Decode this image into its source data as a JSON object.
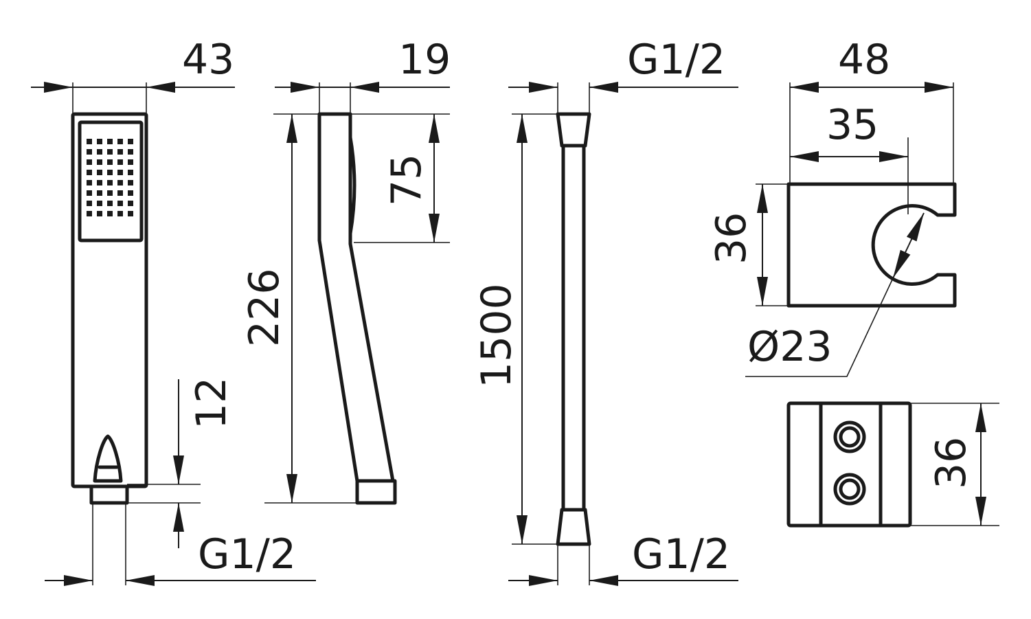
{
  "drawing": {
    "hand_shower": {
      "width_label": "43",
      "nozzle_label": "12",
      "thread_label": "G1/2"
    },
    "side_view": {
      "thickness_label": "19",
      "length_label": "226",
      "spray_length_label": "75"
    },
    "hose": {
      "top_thread_label": "G1/2",
      "length_label": "1500",
      "bottom_thread_label": "G1/2"
    },
    "holder": {
      "width_label": "48",
      "slot_offset_label": "35",
      "height_label": "36",
      "diameter_label": "Ø23",
      "back_height_label": "36"
    }
  },
  "colors": {
    "line": "#1a1a1a",
    "background": "#ffffff"
  }
}
